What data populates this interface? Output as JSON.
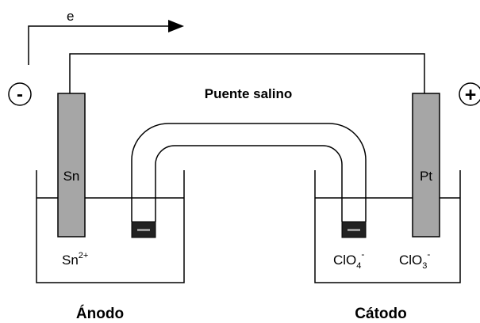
{
  "electron_label": "e",
  "anode_sign": "-",
  "cathode_sign": "+",
  "salt_bridge_label": "Puente salino",
  "anode_electrode": "Sn",
  "cathode_electrode": "Pt",
  "anode_solution": {
    "base": "Sn",
    "sup": "2+"
  },
  "cathode_species_1": {
    "base": "ClO",
    "sub": "4",
    "sup": "-"
  },
  "cathode_species_2": {
    "base": "ClO",
    "sub": "3",
    "sup": "-"
  },
  "anode_title": "Ánodo",
  "cathode_title": "Cátodo",
  "colors": {
    "electrode": "#a6a6a6",
    "plug": "#222222",
    "plug_mark": "#9a9a9a",
    "line": "#000000"
  }
}
